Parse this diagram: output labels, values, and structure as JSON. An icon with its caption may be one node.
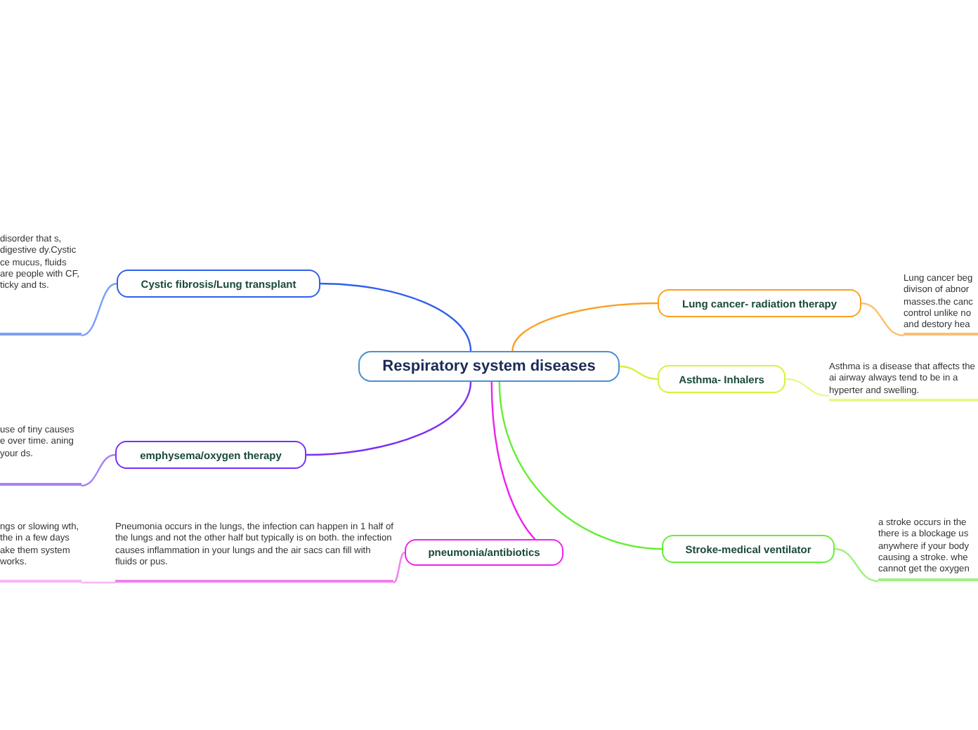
{
  "diagram": {
    "nodes": [
      {
        "text": [
          "Respiratory system diseases"
        ]
      },
      {
        "text": [
          "Cystic fibrosis/Lung transplant"
        ]
      },
      {
        "text": [
          "disorder that s, digestive dy.Cystic ce mucus, fluids are people with CF, ticky and ts."
        ]
      },
      {
        "text": [
          "Lung cancer- radiation therapy"
        ]
      },
      {
        "text": [
          "Lung cancer beg divison of abnor masses.the canc control unlike no and destory hea"
        ]
      },
      {
        "text": [
          "emphysema/oxygen therapy"
        ]
      },
      {
        "text": [
          "use of tiny causes e over time. aning your ds."
        ]
      },
      {
        "text": [
          "Asthma- Inhalers"
        ]
      },
      {
        "text": [
          "Asthma is a disease that affects the ai airway always tend to be in a hyperter and swelling."
        ]
      },
      {
        "text": [
          "Stroke-medical ventilator"
        ]
      },
      {
        "text": [
          "a stroke occurs in the there is a blockage us anywhere if your body causing a stroke. whe cannot get the oxygen"
        ]
      },
      {
        "text": [
          "pneumonia/antibiotics"
        ]
      },
      {
        "text": [
          "Pneumonia occurs in the lungs, the infection can happen in 1 half of the lungs and not the other half but typically is on both. the infection causes inflammation in your lungs and the air sacs can fill with fluids or pus."
        ]
      },
      {
        "text": [
          "ngs or slowing wth, the in a few days ake them system works."
        ]
      }
    ],
    "edges": [
      {
        "from": 0,
        "to": 1,
        "arrow": "none",
        "color": "#2f5ff0"
      },
      {
        "from": 0,
        "to": 3,
        "arrow": "none",
        "color": "#f9a025"
      },
      {
        "from": 0,
        "to": 5,
        "arrow": "none",
        "color": "#7a2ff5"
      },
      {
        "from": 0,
        "to": 7,
        "arrow": "none",
        "color": "#d8f040"
      },
      {
        "from": 0,
        "to": 9,
        "arrow": "none",
        "color": "#66ee33"
      },
      {
        "from": 0,
        "to": 11,
        "arrow": "none",
        "color": "#ee22ee"
      },
      {
        "from": 1,
        "to": 2,
        "arrow": "none",
        "color": "#7aa0f8"
      },
      {
        "from": 3,
        "to": 4,
        "arrow": "none",
        "color": "#fcc070"
      },
      {
        "from": 5,
        "to": 6,
        "arrow": "none",
        "color": "#a880f8"
      },
      {
        "from": 7,
        "to": 8,
        "arrow": "none",
        "color": "#e8f890"
      },
      {
        "from": 9,
        "to": 10,
        "arrow": "none",
        "color": "#a0f080"
      },
      {
        "from": 11,
        "to": 12,
        "arrow": "none",
        "color": "#f080f0"
      },
      {
        "from": 12,
        "to": 13,
        "arrow": "none",
        "color": "#f4b8f4"
      }
    ]
  }
}
